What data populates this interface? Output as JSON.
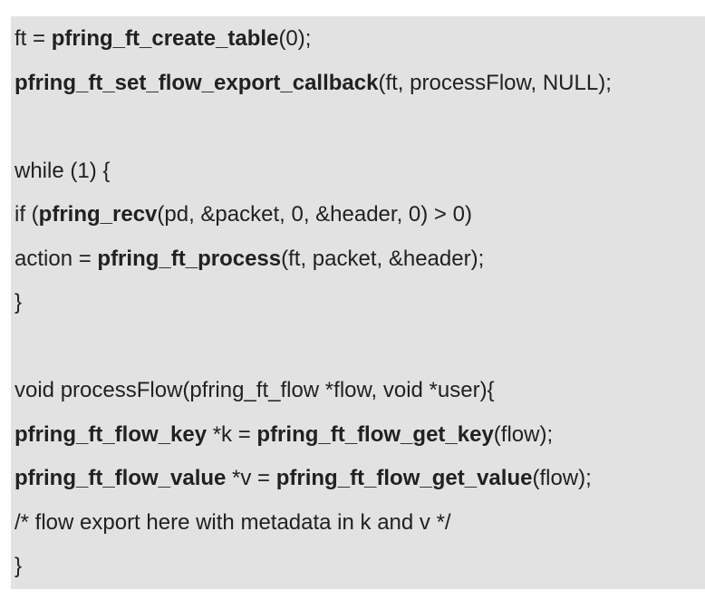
{
  "colors": {
    "page_background": "#ffffff",
    "panel_background": "#e3e2e3",
    "code_text": "#212121"
  },
  "code_panel": {
    "language": "c",
    "lines": [
      {
        "segments": [
          {
            "text": "ft = ",
            "bold": false
          },
          {
            "text": "pfring_ft_create_table",
            "bold": true
          },
          {
            "text": "(0);",
            "bold": false
          }
        ]
      },
      {
        "segments": [
          {
            "text": "pfring_ft_set_flow_export_callback",
            "bold": true
          },
          {
            "text": "(ft, processFlow, NULL);",
            "bold": false
          }
        ]
      },
      {
        "segments": []
      },
      {
        "segments": [
          {
            "text": "while (1) {",
            "bold": false
          }
        ]
      },
      {
        "segments": [
          {
            "text": "if (",
            "bold": false
          },
          {
            "text": "pfring_recv",
            "bold": true
          },
          {
            "text": "(pd, &packet, 0, &header, 0) > 0)",
            "bold": false
          }
        ]
      },
      {
        "segments": [
          {
            "text": "action = ",
            "bold": false
          },
          {
            "text": "pfring_ft_process",
            "bold": true
          },
          {
            "text": "(ft, packet, &header);",
            "bold": false
          }
        ]
      },
      {
        "segments": [
          {
            "text": "}",
            "bold": false
          }
        ]
      },
      {
        "segments": []
      },
      {
        "segments": [
          {
            "text": "void processFlow(pfring_ft_flow *flow, void *user){",
            "bold": false
          }
        ]
      },
      {
        "segments": [
          {
            "text": "pfring_ft_flow_key",
            "bold": true
          },
          {
            "text": " *k = ",
            "bold": false
          },
          {
            "text": "pfring_ft_flow_get_key",
            "bold": true
          },
          {
            "text": "(flow);",
            "bold": false
          }
        ]
      },
      {
        "segments": [
          {
            "text": "pfring_ft_flow_value",
            "bold": true
          },
          {
            "text": " *v = ",
            "bold": false
          },
          {
            "text": "pfring_ft_flow_get_value",
            "bold": true
          },
          {
            "text": "(flow);",
            "bold": false
          }
        ]
      },
      {
        "segments": [
          {
            "text": "/* flow export here with metadata in k and v */",
            "bold": false
          }
        ]
      },
      {
        "segments": [
          {
            "text": "}",
            "bold": false
          }
        ]
      }
    ]
  }
}
